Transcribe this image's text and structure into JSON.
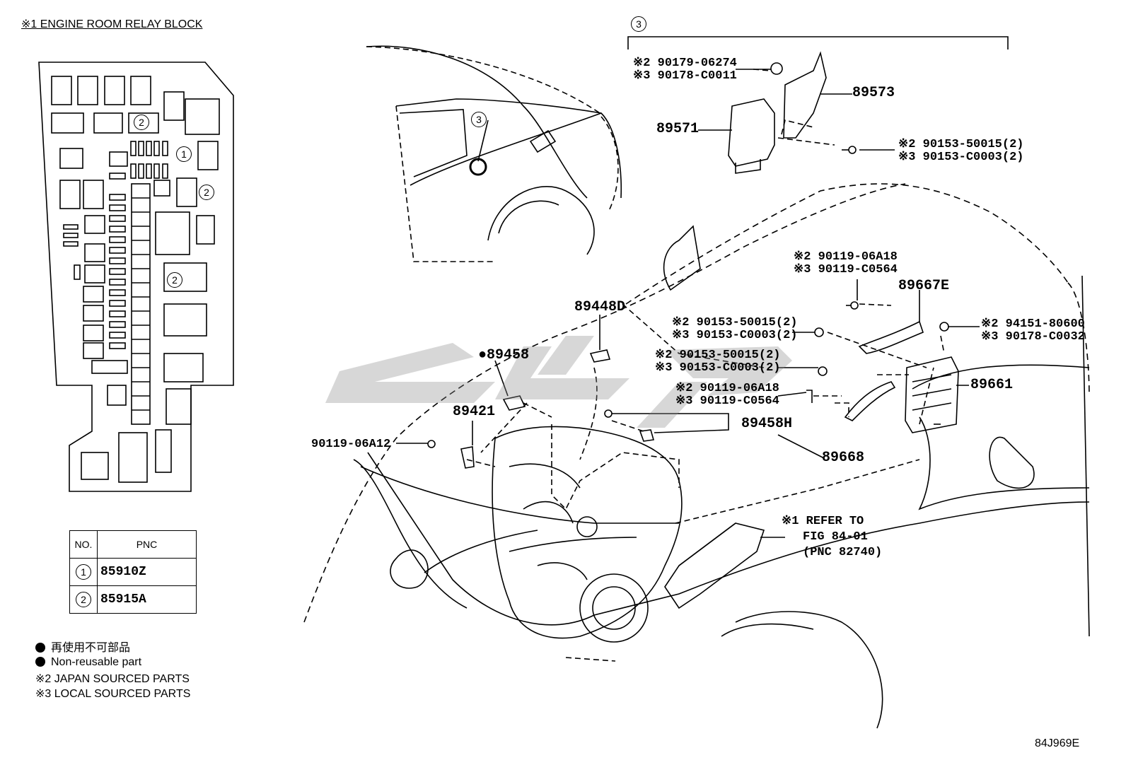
{
  "relay_block_title": "※1 ENGINE ROOM RELAY BLOCK",
  "callout_3": "3",
  "relay_callouts": [
    "1",
    "2",
    "2",
    "2"
  ],
  "table": {
    "header_no": "NO.",
    "header_pnc": "PNC",
    "rows": [
      {
        "no": "1",
        "pnc": "85910Z"
      },
      {
        "no": "2",
        "pnc": "85915A"
      }
    ]
  },
  "legend": {
    "jp": "再使用不可部品",
    "en": "Non-reusable part",
    "note2": "※2 JAPAN SOURCED PARTS",
    "note3": "※3 LOCAL SOURCED PARTS"
  },
  "parts": {
    "p1_a": "※2 90179-06274",
    "p1_b": "※3 90178-C0011",
    "p89573": "89573",
    "p89571": "89571",
    "p2_a": "※2 90153-50015(2)",
    "p2_b": "※3 90153-C0003(2)",
    "p3_a": "※2 90119-06A18",
    "p3_b": "※3 90119-C0564",
    "p89667E": "89667E",
    "p89448D": "89448D",
    "p4_a": "※2 90153-50015(2)",
    "p4_b": "※3 90153-C0003(2)",
    "p5_a": "※2 94151-80600",
    "p5_b": "※3 90178-C0032",
    "p89458": "●89458",
    "p6_a": "※2 90153-50015(2)",
    "p6_b": "※3 90153-C0003(2)",
    "p7_a": "※2 90119-06A18",
    "p7_b": "※3 90119-C0564",
    "p89661": "89661",
    "p89421": "89421",
    "p89458H": "89458H",
    "p90119": "90119-06A12",
    "p89668": "89668",
    "refer_1": "※1 REFER TO",
    "refer_2": "FIG 84-01",
    "refer_3": "(PNC 82740)"
  },
  "figure_id": "84J969E"
}
